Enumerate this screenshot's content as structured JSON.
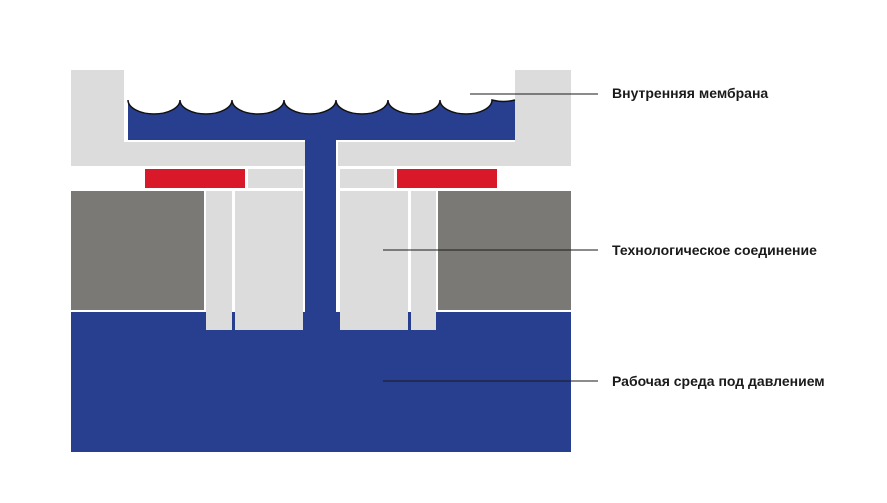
{
  "labels": {
    "membrane": "Внутренняя мембрана",
    "connection": "Технологическое соединение",
    "medium": "Рабочая среда под давлением"
  },
  "colors": {
    "fill_blue": "#283f8f",
    "body_gray": "#dcdcdc",
    "dark_gray": "#7a7975",
    "seal_red": "#d9192a",
    "leader_line": "#1a1a1a"
  }
}
